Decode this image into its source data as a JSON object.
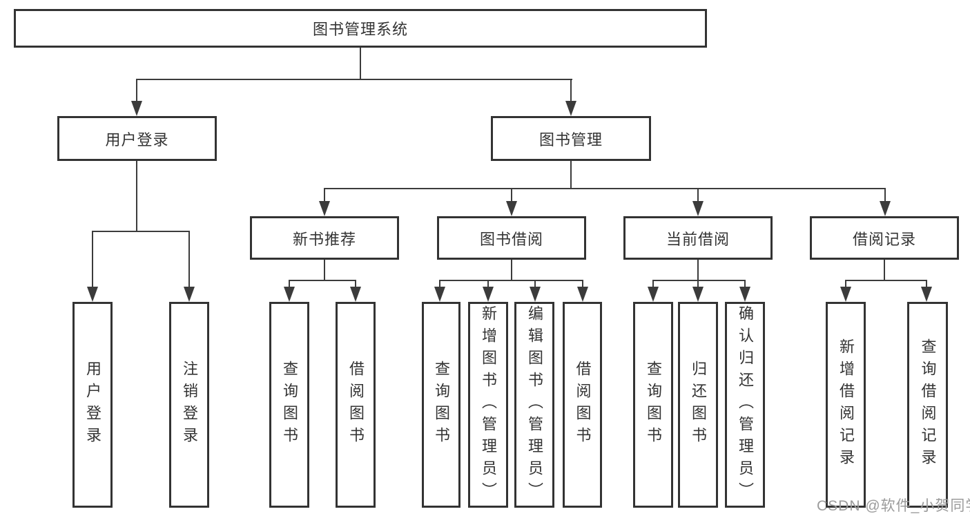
{
  "diagram": {
    "watermark": "CSDN @软件_小贺同学",
    "colors": {
      "line": "#3b3b3b",
      "box_border": "#333333",
      "text": "#333333",
      "background": "#ffffff",
      "watermark": "#9b9b9b"
    },
    "root": {
      "label": "图书管理系统"
    },
    "branches": [
      {
        "label": "用户登录",
        "children": [
          {
            "label": "用户登录"
          },
          {
            "label": "注销登录"
          }
        ]
      },
      {
        "label": "图书管理",
        "children": [
          {
            "label": "新书推荐",
            "children": [
              {
                "label": "查询图书"
              },
              {
                "label": "借阅图书"
              }
            ]
          },
          {
            "label": "图书借阅",
            "children": [
              {
                "label": "查询图书"
              },
              {
                "label": "新增图书（管理员）"
              },
              {
                "label": "编辑图书（管理员）"
              },
              {
                "label": "借阅图书"
              }
            ]
          },
          {
            "label": "当前借阅",
            "children": [
              {
                "label": "查询图书"
              },
              {
                "label": "归还图书"
              },
              {
                "label": "确认归还（管理员）"
              }
            ]
          },
          {
            "label": "借阅记录",
            "children": [
              {
                "label": "新增借阅记录"
              },
              {
                "label": "查询借阅记录"
              }
            ]
          }
        ]
      }
    ]
  }
}
